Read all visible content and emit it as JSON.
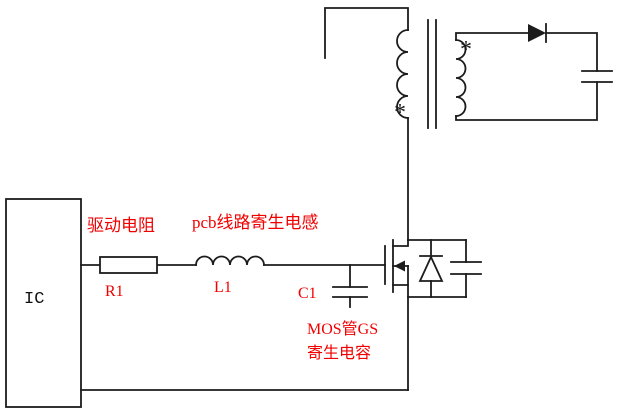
{
  "diagram": {
    "type": "circuit-schematic",
    "subject": "flyback converter gate-drive parasitics",
    "colors": {
      "background": "#ffffff",
      "wire": "#1c1c1c",
      "annotation": "#f10000"
    },
    "ic": {
      "label": "IC"
    },
    "drive_resistor": {
      "annotation": "驱动电阻",
      "designator": "R1"
    },
    "trace_inductor": {
      "annotation": "pcb线路寄生电感",
      "designator": "L1"
    },
    "gs_capacitor": {
      "designator": "C1",
      "annotation_line1": "MOS管GS",
      "annotation_line2": "寄生电容"
    },
    "transformer": {
      "primary_polarity_mark": "*",
      "secondary_polarity_mark": "*"
    }
  }
}
